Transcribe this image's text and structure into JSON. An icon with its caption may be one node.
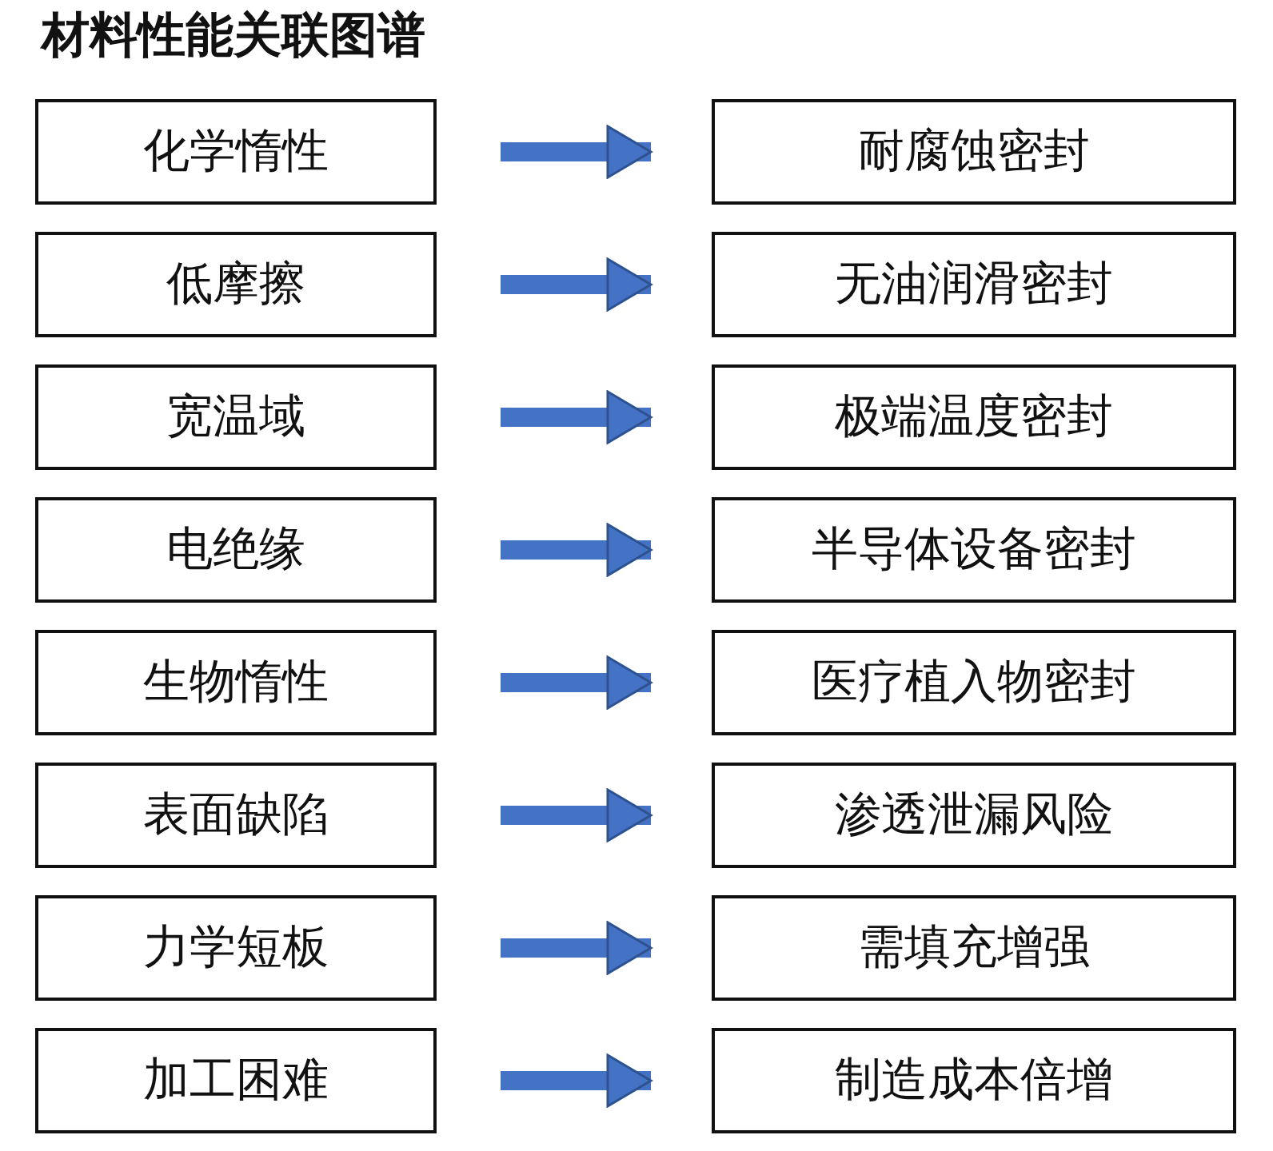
{
  "diagram": {
    "title": "材料性能关联图谱",
    "nodes": [
      {
        "text": [
          "化学惰性"
        ]
      },
      {
        "text": [
          "耐腐蚀密封"
        ]
      },
      {
        "text": [
          "低摩擦"
        ]
      },
      {
        "text": [
          "无油润滑密封"
        ]
      },
      {
        "text": [
          "宽温域"
        ]
      },
      {
        "text": [
          "极端温度密封"
        ]
      },
      {
        "text": [
          "电绝缘"
        ]
      },
      {
        "text": [
          "半导体设备密封"
        ]
      },
      {
        "text": [
          "生物惰性"
        ]
      },
      {
        "text": [
          "医疗植入物密封"
        ]
      },
      {
        "text": [
          "表面缺陷"
        ]
      },
      {
        "text": [
          "渗透泄漏风险"
        ]
      },
      {
        "text": [
          "力学短板"
        ]
      },
      {
        "text": [
          "需填充增强"
        ]
      },
      {
        "text": [
          "加工困难"
        ]
      },
      {
        "text": [
          "制造成本倍增"
        ]
      }
    ],
    "edges": [
      {
        "from": 0,
        "to": 1,
        "arrow": "to"
      },
      {
        "from": 2,
        "to": 3,
        "arrow": "to"
      },
      {
        "from": 4,
        "to": 5,
        "arrow": "to"
      },
      {
        "from": 6,
        "to": 7,
        "arrow": "to"
      },
      {
        "from": 8,
        "to": 9,
        "arrow": "to"
      },
      {
        "from": 10,
        "to": 11,
        "arrow": "to"
      },
      {
        "from": 12,
        "to": 13,
        "arrow": "to"
      },
      {
        "from": 14,
        "to": 15,
        "arrow": "to"
      }
    ]
  }
}
